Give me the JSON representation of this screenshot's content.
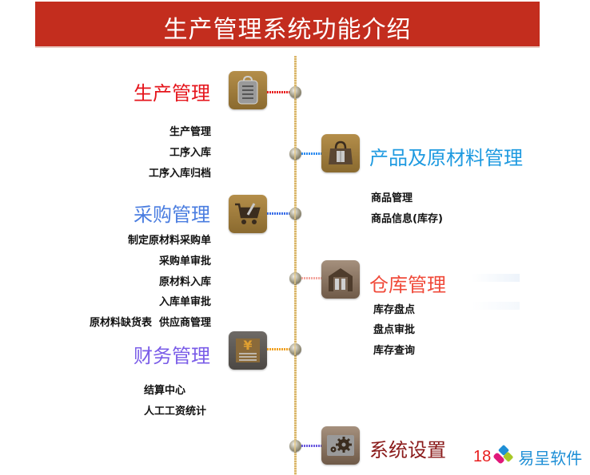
{
  "header": {
    "title": "生产管理系统功能介绍",
    "background": "#c32d1e"
  },
  "modules": [
    {
      "id": "production",
      "title": "生产管理",
      "color": "#e5141b",
      "icon": "clipboard-icon",
      "connector_color": "#e82020",
      "items": [
        "生产管理",
        "工序入库",
        "工序入库归档"
      ]
    },
    {
      "id": "product-material",
      "title": "产品及原材料管理",
      "color": "#1e9ae0",
      "icon": "bag-icon",
      "connector_color": "#2e8cf0",
      "items": [
        "商品管理",
        "商品信息(库存)"
      ]
    },
    {
      "id": "purchase",
      "title": "采购管理",
      "color": "#4a7de0",
      "icon": "cart-icon",
      "connector_color": "#3a6ee8",
      "items": [
        "制定原材料采购单",
        "采购单审批",
        "原材料入库",
        "入库单审批",
        "原材料缺货表  供应商管理"
      ]
    },
    {
      "id": "warehouse",
      "title": "仓库管理",
      "color": "#f04a3a",
      "icon": "warehouse-icon",
      "connector_color": "#f4a8a0",
      "items": [
        "库存盘点",
        "盘点审批",
        "库存查询"
      ]
    },
    {
      "id": "finance",
      "title": "财务管理",
      "color": "#7a5ce8",
      "icon": "yen-icon",
      "connector_color": "#f0a020",
      "items": [
        "结算中心",
        "人工工资统计"
      ]
    },
    {
      "id": "settings",
      "title": "系统设置",
      "color": "#8a1a1a",
      "icon": "gears-icon",
      "connector_color": "#6a5ae0",
      "items": []
    }
  ],
  "logo": {
    "number_fragment": "18",
    "brand": "易呈软件"
  }
}
